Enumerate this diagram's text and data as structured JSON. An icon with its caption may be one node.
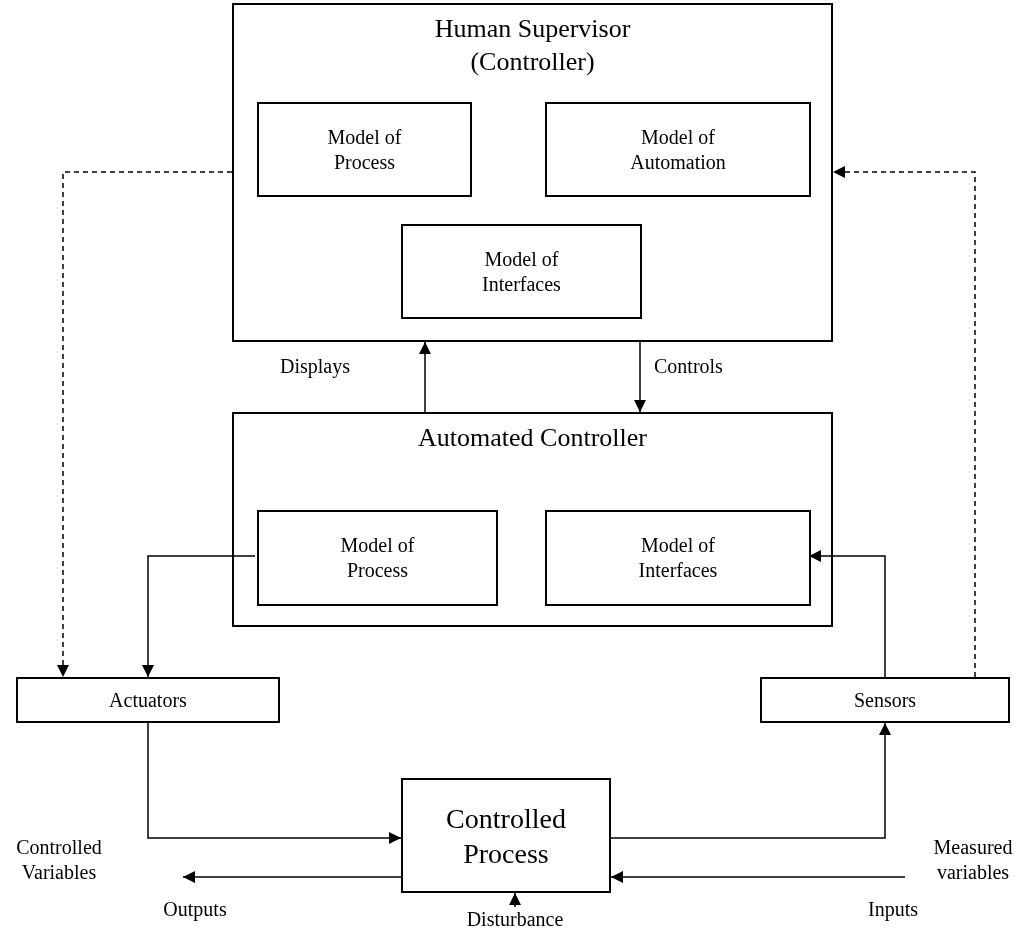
{
  "diagram": {
    "nodes": [
      {
        "text": [
          "Human Supervisor (Controller)"
        ]
      },
      {
        "text": [
          "Model of Process"
        ],
        "in": 0
      },
      {
        "text": [
          "Model of Automation"
        ],
        "in": 0
      },
      {
        "text": [
          "Model of Interfaces"
        ],
        "in": 0
      },
      {
        "text": [
          "Automated Controller"
        ]
      },
      {
        "text": [
          "Model of Process"
        ],
        "in": 4
      },
      {
        "text": [
          "Model of Interfaces"
        ],
        "in": 4
      },
      {
        "text": [
          "Actuators"
        ]
      },
      {
        "text": [
          "Sensors"
        ]
      },
      {
        "text": [
          "Controlled Process"
        ]
      },
      {
        "text": [
          "Disturbance"
        ]
      }
    ],
    "edges": [
      {
        "from": 4,
        "to": 0,
        "arrow": "to",
        "label": "Displays"
      },
      {
        "from": 0,
        "to": 4,
        "arrow": "to",
        "label": "Controls"
      },
      {
        "from": 0,
        "to": 7,
        "arrow": "to",
        "style": "dashed"
      },
      {
        "from": 8,
        "to": 0,
        "arrow": "to",
        "style": "dashed"
      },
      {
        "from": 5,
        "to": 7,
        "arrow": "to"
      },
      {
        "from": 8,
        "to": 6,
        "arrow": "to"
      },
      {
        "from": 7,
        "to": 9,
        "arrow": "to"
      },
      {
        "from": 9,
        "to": 8,
        "arrow": "to"
      },
      {
        "from": 9,
        "to": null,
        "arrow": "to"
      },
      {
        "from": null,
        "to": 9,
        "arrow": "to"
      },
      {
        "from": 10,
        "to": 9,
        "arrow": "to"
      }
    ],
    "labels": [
      "Controlled Variables",
      "Measured variables",
      "Outputs",
      "Inputs"
    ]
  }
}
